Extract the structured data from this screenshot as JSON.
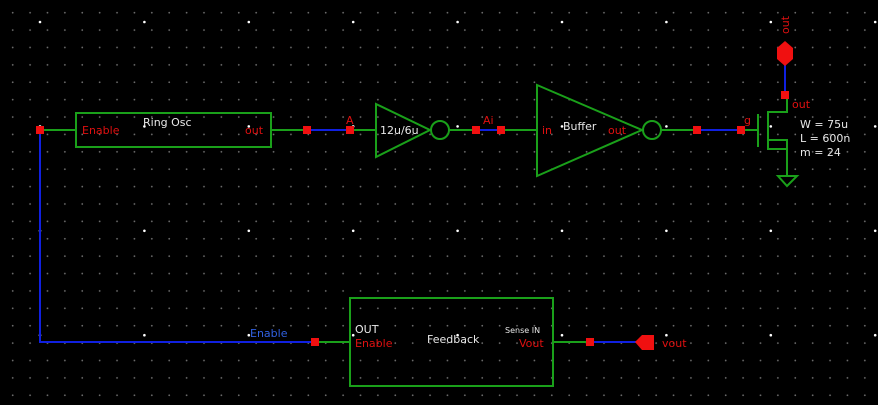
{
  "ring_osc": {
    "name": "Ring Osc",
    "pin_in": "Enable",
    "pin_out": "out"
  },
  "nets": {
    "a": "A",
    "ai": "Ai",
    "g": "g",
    "enable": "Enable"
  },
  "inverter": {
    "label": "12u/6u"
  },
  "buffer": {
    "name": "Buffer",
    "pin_in": "in",
    "pin_out": "out"
  },
  "transistor": {
    "drain_pin": "out",
    "w": "W = 75u",
    "l": "L = 600n",
    "m": "m = 24"
  },
  "out_pin": {
    "label": "out"
  },
  "feedback": {
    "name": "Feedback",
    "pin_out": "OUT",
    "pin_enable": "Enable",
    "pin_sense": "Sense IN",
    "pin_vout": "Vout"
  },
  "vout_pin": {
    "label": "vout"
  },
  "colors": {
    "wire": "#1aa01a",
    "net": "#1020e0",
    "pin": "#f01010",
    "background": "#000000"
  }
}
